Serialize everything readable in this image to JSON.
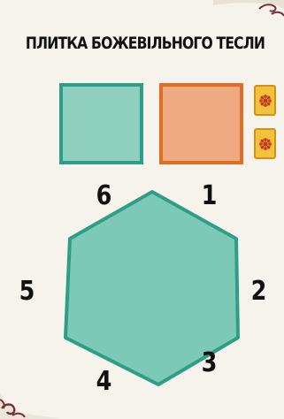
{
  "card": {
    "title": "ПЛИТКА БОЖЕВІЛЬНОГО ТЕСЛИ",
    "background_color": "#f6f3ec"
  },
  "swatches": {
    "teal": {
      "fill": "#8fcfbd",
      "border": "#2e9f86"
    },
    "orange": {
      "fill": "#eda97f",
      "border": "#e06d25"
    }
  },
  "tokens": {
    "color": "#f1c23b",
    "icon": "gear-emblem-icon",
    "count": 2
  },
  "hexagon": {
    "fill": "#7ccab5",
    "stroke": "#2e9f86",
    "edge_labels": [
      "1",
      "2",
      "3",
      "4",
      "5",
      "6"
    ]
  },
  "ornaments": {
    "accent_color": "#7a2e3c"
  }
}
